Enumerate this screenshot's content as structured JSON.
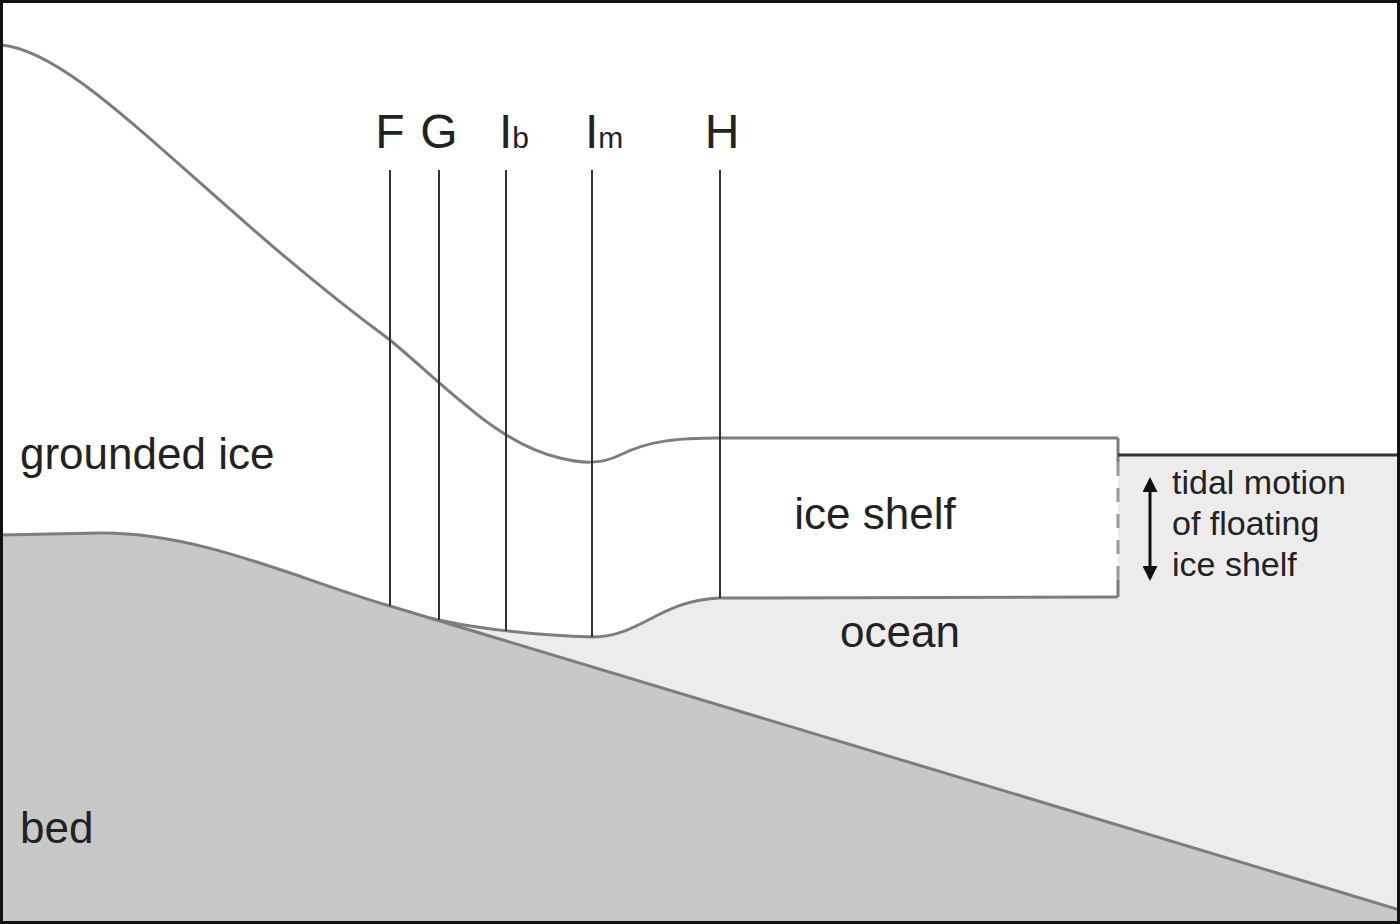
{
  "diagram": {
    "labels": [
      "F",
      "G",
      "Ib",
      "Im",
      "H",
      "grounded ice",
      "ice shelf",
      "ocean",
      "bed",
      "tidal motion of floating ice shelf"
    ]
  }
}
